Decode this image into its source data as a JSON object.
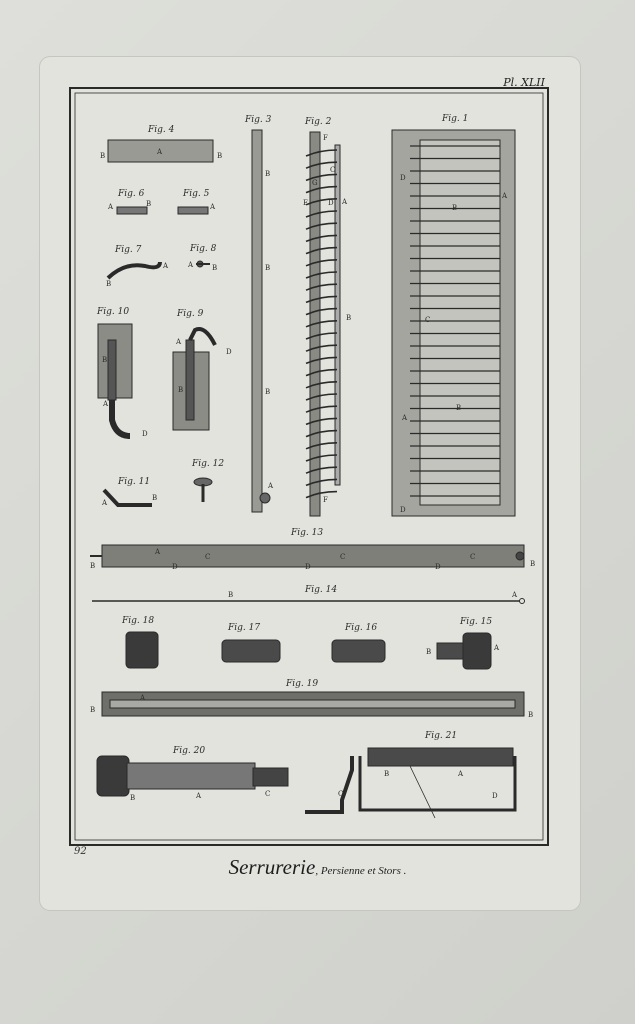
{
  "plate": {
    "number": "Pl. XLII",
    "page_number": "92",
    "title": "Serrurerie",
    "subtitle": ", Persienne et Stors ."
  },
  "figures": [
    "Fig. 1",
    "Fig. 2",
    "Fig. 3",
    "Fig. 4",
    "Fig. 5",
    "Fig. 6",
    "Fig. 7",
    "Fig. 8",
    "Fig. 9",
    "Fig. 10",
    "Fig. 11",
    "Fig. 12",
    "Fig. 13",
    "Fig. 14",
    "Fig. 15",
    "Fig. 16",
    "Fig. 17",
    "Fig. 18",
    "Fig. 19",
    "Fig. 20",
    "Fig. 21"
  ],
  "letters": {
    "A": "A",
    "B": "B",
    "C": "C",
    "D": "D",
    "E": "E",
    "F": "F",
    "G": "G"
  }
}
